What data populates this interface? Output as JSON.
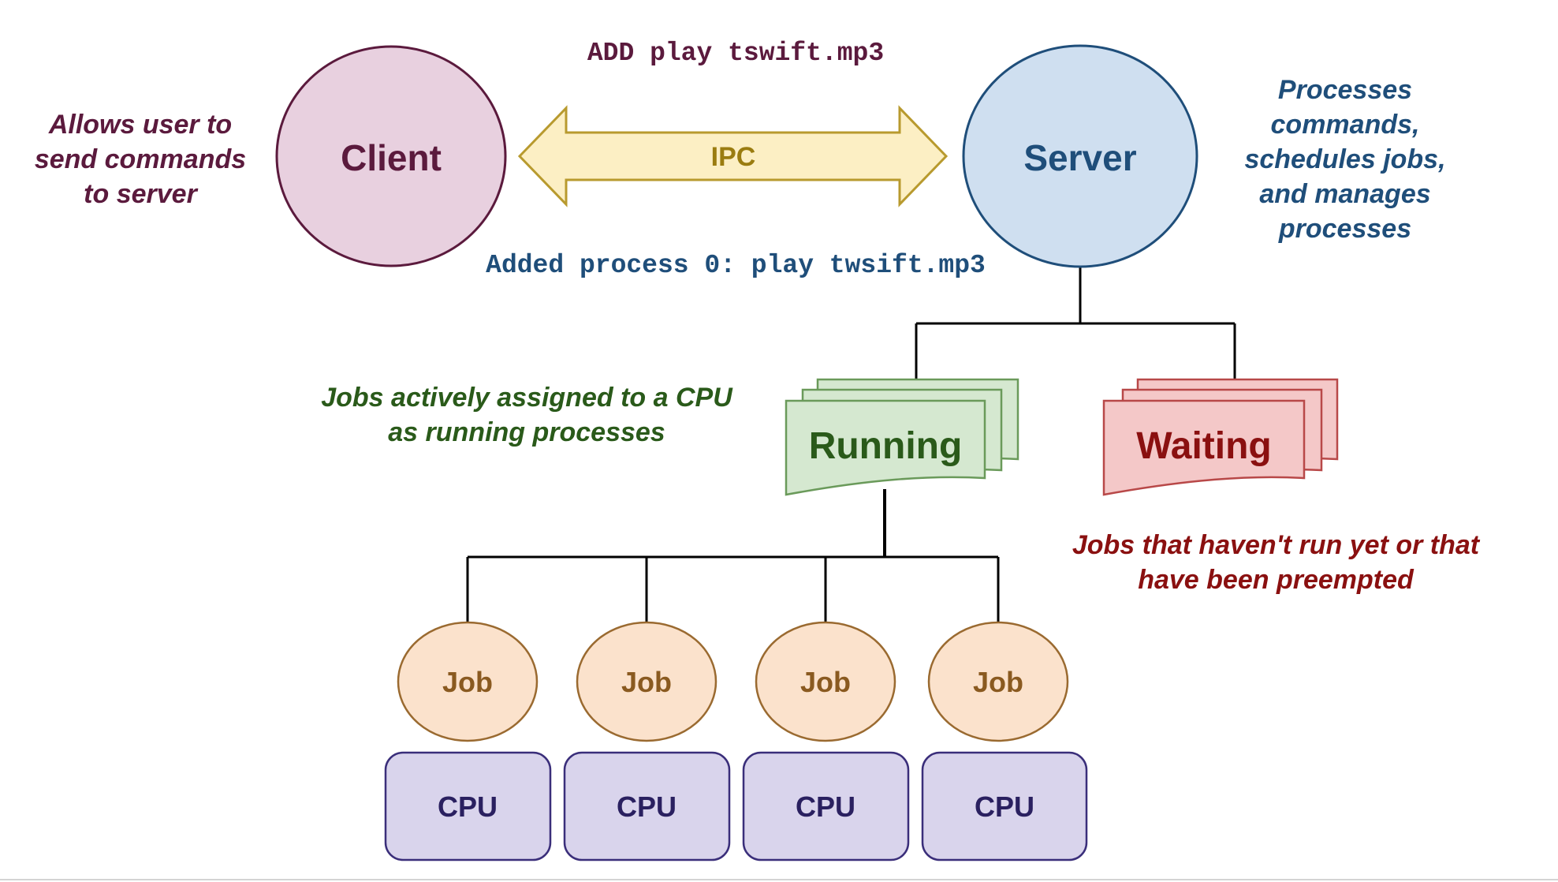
{
  "client": {
    "label": "Client",
    "description": [
      "Allows user to",
      "send commands",
      "to server"
    ]
  },
  "server": {
    "label": "Server",
    "description": [
      "Processes",
      "commands,",
      "schedules jobs,",
      "and manages",
      "processes"
    ]
  },
  "ipc": {
    "label": "IPC",
    "request": "ADD play tswift.mp3",
    "response": "Added process 0: play twsift.mp3"
  },
  "running": {
    "label": "Running",
    "description": [
      "Jobs actively assigned to a CPU",
      "as running processes"
    ]
  },
  "waiting": {
    "label": "Waiting",
    "description": [
      "Jobs that haven't run yet or that",
      "have been preempted"
    ]
  },
  "jobs": [
    "Job",
    "Job",
    "Job",
    "Job"
  ],
  "cpus": [
    "CPU",
    "CPU",
    "CPU",
    "CPU"
  ],
  "colors": {
    "client_fill": "#e8d0df",
    "client_stroke": "#5b1a3d",
    "client_text": "#5b1a3d",
    "server_fill": "#cfdff0",
    "server_stroke": "#1f4e7a",
    "server_text": "#1f4e7a",
    "ipc_fill": "#fcefc4",
    "ipc_stroke": "#b89a2e",
    "ipc_text": "#9a7c10",
    "request_text": "#5b1a3d",
    "response_text": "#1f4e7a",
    "running_fill": "#d5e8d0",
    "running_stroke": "#6a9a5a",
    "running_text": "#2a5a1a",
    "waiting_fill": "#f4c8c8",
    "waiting_stroke": "#b84848",
    "waiting_text": "#8a1010",
    "job_fill": "#fbe2cc",
    "job_stroke": "#9a6a30",
    "job_text": "#8a5a20",
    "cpu_fill": "#d9d4ec",
    "cpu_stroke": "#3a2e7a",
    "cpu_text": "#2a2060",
    "connector": "#000000"
  }
}
